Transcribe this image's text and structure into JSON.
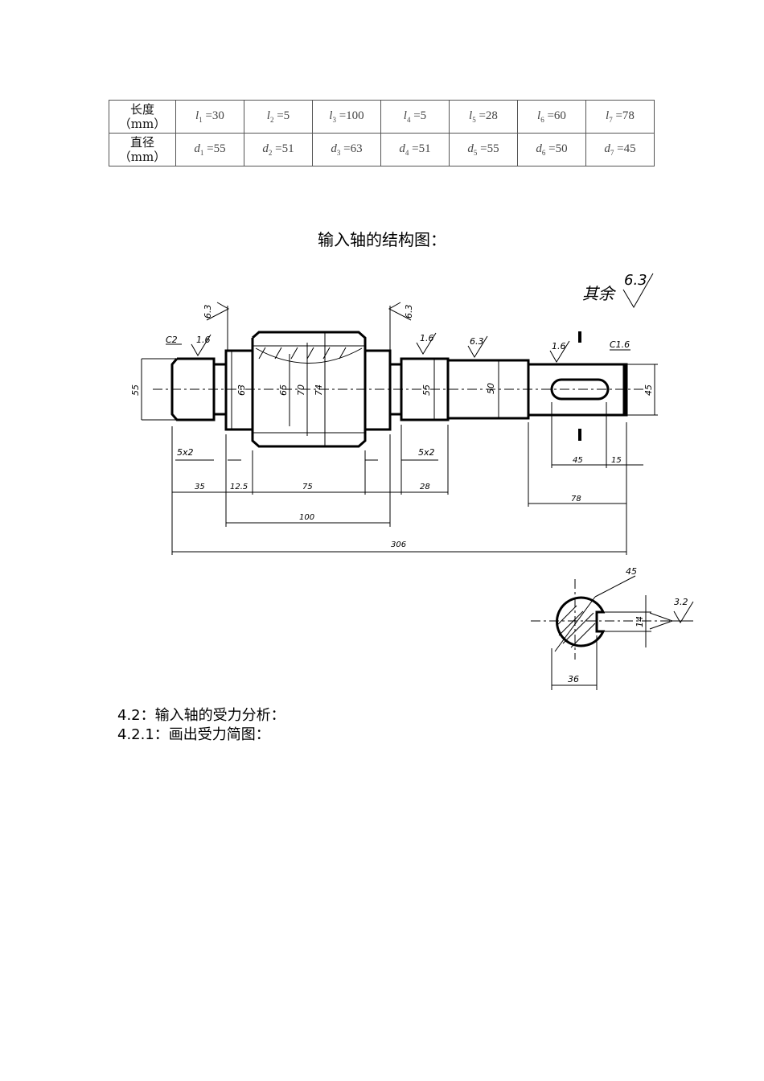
{
  "table": {
    "rows": [
      {
        "header": [
          "长度",
          "（mm）"
        ],
        "cells": [
          {
            "sym": "l",
            "sub": "1",
            "val": "=30"
          },
          {
            "sym": "l",
            "sub": "2",
            "val": "=5"
          },
          {
            "sym": "l",
            "sub": "3",
            "val": "=100"
          },
          {
            "sym": "l",
            "sub": "4",
            "val": "=5"
          },
          {
            "sym": "l",
            "sub": "5",
            "val": "=28"
          },
          {
            "sym": "l",
            "sub": "6",
            "val": "=60"
          },
          {
            "sym": "l",
            "sub": "7",
            "val": "=78"
          }
        ]
      },
      {
        "header": [
          "直径",
          "（mm）"
        ],
        "cells": [
          {
            "sym": "d",
            "sub": "1",
            "val": "=55"
          },
          {
            "sym": "d",
            "sub": "2",
            "val": "=51"
          },
          {
            "sym": "d",
            "sub": "3",
            "val": "=63"
          },
          {
            "sym": "d",
            "sub": "4",
            "val": "=51"
          },
          {
            "sym": "d",
            "sub": "5",
            "val": "=55"
          },
          {
            "sym": "d",
            "sub": "6",
            "val": "=50"
          },
          {
            "sym": "d",
            "sub": "7",
            "val": "=45"
          }
        ]
      }
    ]
  },
  "caption": "输入轴的结构图：",
  "drawing": {
    "roughness_default_label": "其余",
    "roughness_default_value": "6.3",
    "roughness_marks": [
      "6.3",
      "6.3",
      "1.6",
      "1.6",
      "6.3",
      "1.6",
      "3.2"
    ],
    "chamfers": [
      "C2",
      "C1.6"
    ],
    "diameters": [
      "55",
      "63",
      "65",
      "70",
      "74",
      "55",
      "50",
      "45"
    ],
    "groove_labels": [
      "5x2",
      "5x2"
    ],
    "lengths": [
      "35",
      "12.5",
      "75",
      "28",
      "45",
      "15",
      "78",
      "100",
      "306"
    ],
    "section": {
      "dia": "45",
      "key_width": "14",
      "depth": "36"
    }
  },
  "sections": [
    "4.2：输入轴的受力分析：",
    "4.2.1：画出受力简图："
  ]
}
